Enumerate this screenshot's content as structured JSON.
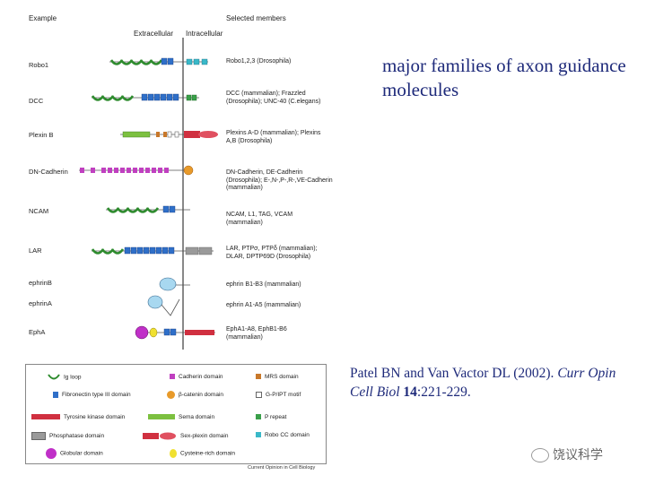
{
  "headers": {
    "example": "Example",
    "extracellular": "Extracellular",
    "intracellular": "Intracellular",
    "selected": "Selected members"
  },
  "rows": [
    {
      "name": "Robo1",
      "members": "Robo1,2,3 (Drosophila)"
    },
    {
      "name": "DCC",
      "members": "DCC (mammalian); Frazzled (Drosophila); UNC-40 (C.elegans)"
    },
    {
      "name": "Plexin B",
      "members": "Plexins A-D (mammalian); Plexins A,B (Drosophila)"
    },
    {
      "name": "DN-Cadherin",
      "members": "DN-Cadherin, DE-Cadherin (Drosophila); E-,N-,P-,R-,VE-Cadherin (mammalian)"
    },
    {
      "name": "NCAM",
      "members": "NCAM, L1, TAG, VCAM (mammalian)"
    },
    {
      "name": "LAR",
      "members": "LAR, PTPσ, PTPδ (mammalian); DLAR, DPTP69D (Drosophila)"
    },
    {
      "name": "ephrinB",
      "members": "ephrin B1-B3 (mammalian)"
    },
    {
      "name": "ephrinA",
      "members": "ephrin A1-A5 (mammalian)"
    },
    {
      "name": "EphA",
      "members": "EphA1-A8, EphB1-B6 (mammalian)"
    }
  ],
  "title": "major families of axon guidance molecules",
  "citation": {
    "authors": "Patel BN and Van Vactor DL (2002). ",
    "journal": "Curr Opin Cell Biol",
    "volume": "14",
    "pages": ":221-229."
  },
  "legend": {
    "items": [
      {
        "label": "Ig loop",
        "icon": "ig-loop",
        "color": "#2e8b2e"
      },
      {
        "label": "Cadherin domain",
        "icon": "square",
        "color": "#c040c0"
      },
      {
        "label": "MRS domain",
        "icon": "square",
        "color": "#c8782a"
      },
      {
        "label": "Fibronectin type III domain",
        "icon": "square",
        "color": "#2f6fc8"
      },
      {
        "label": "β-catenin domain",
        "icon": "circle",
        "color": "#e89a2a"
      },
      {
        "label": "G-P/IPT motif",
        "icon": "square-outline",
        "color": "#666666"
      },
      {
        "label": "Tyrosine kinase domain",
        "icon": "bar",
        "color": "#d03040"
      },
      {
        "label": "Sema domain",
        "icon": "bar",
        "color": "#7cc040"
      },
      {
        "label": "P repeat",
        "icon": "square",
        "color": "#3aa04a"
      },
      {
        "label": "Phosphatase domain",
        "icon": "bar",
        "color": "#9a9a9a"
      },
      {
        "label": "Sex-plexin domain",
        "icon": "bar-ellipse",
        "color": "#d03040"
      },
      {
        "label": "Robo CC domain",
        "icon": "square",
        "color": "#3ab8c8"
      },
      {
        "label": "Globular domain",
        "icon": "big-circle",
        "color": "#c030c8"
      },
      {
        "label": "Cysteine-rich domain",
        "icon": "circle",
        "color": "#f0e030"
      }
    ],
    "credit": "Current Opinion in Cell Biology"
  },
  "watermark": "饶议科学",
  "colors": {
    "title_text": "#1e2a7a",
    "membrane": "#555555"
  }
}
